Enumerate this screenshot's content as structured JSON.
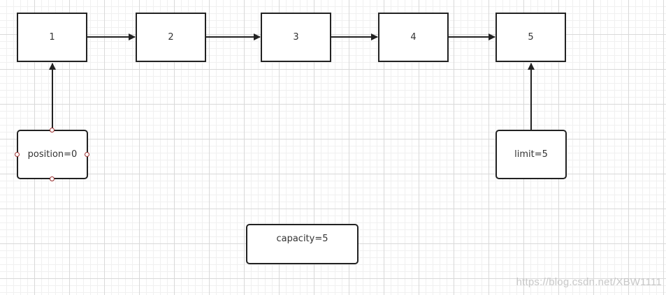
{
  "nodes": [
    "1",
    "2",
    "3",
    "4",
    "5"
  ],
  "position_label": "position=0",
  "limit_label": "limit=5",
  "capacity_label": "capacity=5",
  "watermark": "https://blog.csdn.net/XBW1111",
  "colors": {
    "stroke": "#222222",
    "handle": "#9b3030",
    "grid_major": "#d9d9d9",
    "grid_minor": "#f0f0f0"
  }
}
